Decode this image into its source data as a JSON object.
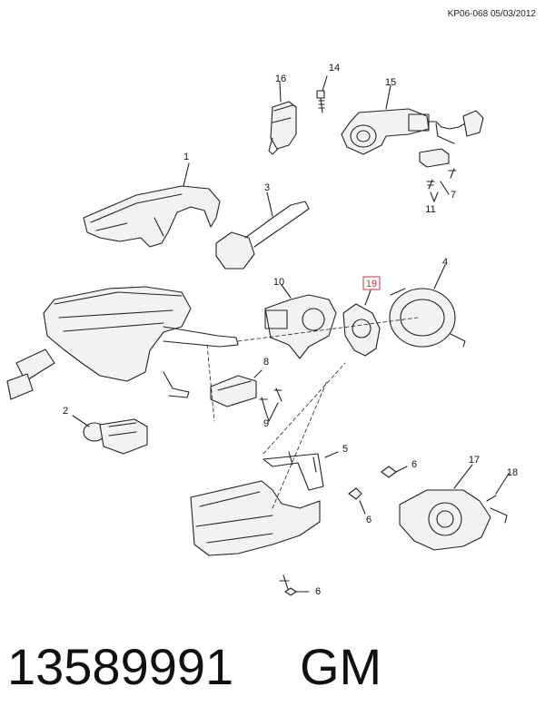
{
  "header": {
    "reference": "KP06-068 05/03/2012"
  },
  "footer": {
    "part_number": "13589991",
    "manufacturer": "GM"
  },
  "callouts": [
    {
      "id": "c1",
      "label": "1",
      "highlight": false
    },
    {
      "id": "c2",
      "label": "2",
      "highlight": false
    },
    {
      "id": "c3",
      "label": "3",
      "highlight": false
    },
    {
      "id": "c4",
      "label": "4",
      "highlight": false
    },
    {
      "id": "c5",
      "label": "5",
      "highlight": false
    },
    {
      "id": "c6a",
      "label": "6",
      "highlight": false
    },
    {
      "id": "c6b",
      "label": "6",
      "highlight": false
    },
    {
      "id": "c6c",
      "label": "6",
      "highlight": false
    },
    {
      "id": "c7",
      "label": "7",
      "highlight": false
    },
    {
      "id": "c8",
      "label": "8",
      "highlight": false
    },
    {
      "id": "c9",
      "label": "9",
      "highlight": false
    },
    {
      "id": "c10",
      "label": "10",
      "highlight": false
    },
    {
      "id": "c11",
      "label": "11",
      "highlight": false
    },
    {
      "id": "c14",
      "label": "14",
      "highlight": false
    },
    {
      "id": "c15",
      "label": "15",
      "highlight": false
    },
    {
      "id": "c16",
      "label": "16",
      "highlight": false
    },
    {
      "id": "c17",
      "label": "17",
      "highlight": false
    },
    {
      "id": "c18",
      "label": "18",
      "highlight": false
    },
    {
      "id": "c19",
      "label": "19",
      "highlight": true
    }
  ],
  "colors": {
    "line": "#222222",
    "highlight": "#d0304a",
    "fill": "#f2f2f2"
  }
}
